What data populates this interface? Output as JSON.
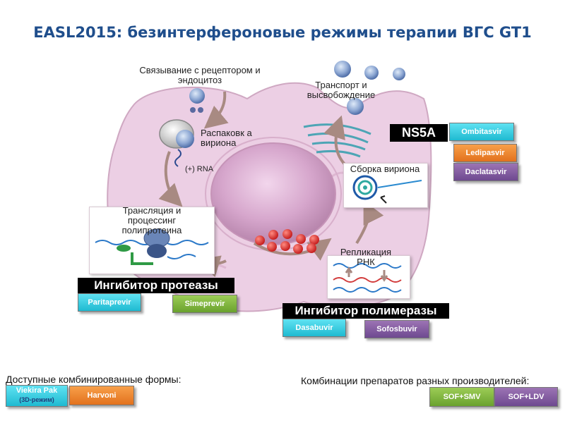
{
  "title": "EASL2015: безинтерфероновые режимы терапии ВГС GT1",
  "stages": {
    "binding": "Связывание с рецептором и эндоцитоз",
    "uncoating": "Распаковк а вириона",
    "rna": "(+) RNA",
    "translation": "Трансляция и процессинг полипротеина",
    "replication": "Репликация РНК",
    "assembly": "Сборка вириона",
    "release": "Транспорт и высвобождение"
  },
  "targets": {
    "ns5a": "NS5A",
    "protease": "Ингибитор протеазы",
    "polymerase": "Ингибитор полимеразы"
  },
  "drugs": {
    "ombitasvir": "Ombitasvir",
    "ledipasvir": "Ledipasvir",
    "daclatasvir": "Daclatasvir",
    "paritaprevir": "Paritaprevir",
    "simeprevir": "Simeprevir",
    "dasabuvir": "Dasabuvir",
    "sofosbuvir": "Sofosbuvir"
  },
  "combos": {
    "fixed_header": "Доступные комбинированные формы:",
    "viekira": "Viekira Pak",
    "viekira_sub": "(3D-режим)",
    "harvoni": "Harvoni",
    "multi_header": "Комбинации препаратов разных производителей:",
    "sof_smv": "SOF+SMV",
    "sof_ldv": "SOF+LDV"
  },
  "colors": {
    "cyan": "#1fbad1",
    "green": "#6aa22e",
    "orange": "#e2711d",
    "purple": "#6e4990",
    "title": "#1f4e8c"
  }
}
